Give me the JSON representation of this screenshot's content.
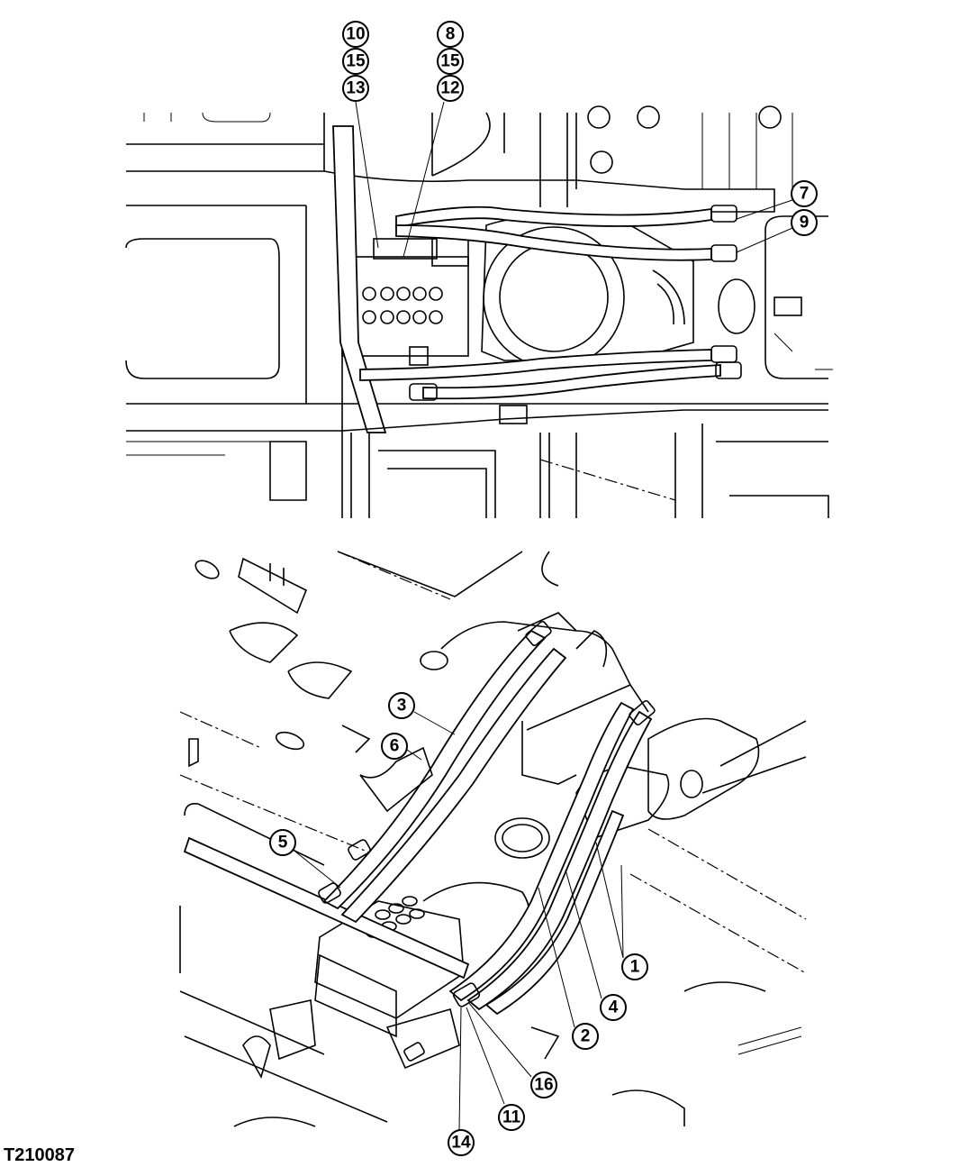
{
  "figure_id": "T210087",
  "top_view": {
    "callouts": [
      "10",
      "15",
      "13",
      "8",
      "15",
      "12",
      "7",
      "9"
    ]
  },
  "bottom_view": {
    "callouts": [
      "3",
      "6",
      "5",
      "1",
      "4",
      "2",
      "16",
      "11",
      "14"
    ]
  }
}
